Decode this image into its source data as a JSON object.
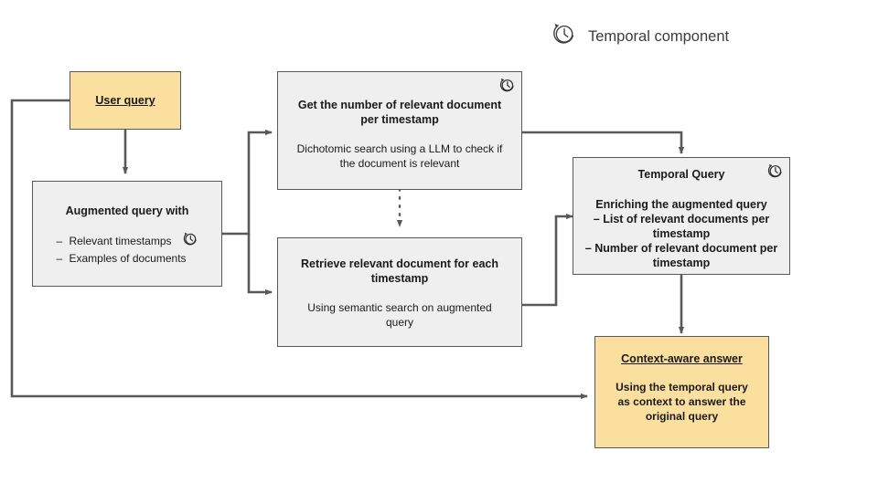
{
  "legend": {
    "icon": "temporal-clock-icon",
    "label": "Temporal component"
  },
  "colors": {
    "highlight_fill": "#FADF9F",
    "process_fill": "#EFEFEF",
    "stroke": "#59595B",
    "text": "#1A1A1A"
  },
  "nodes": {
    "user_query": {
      "title": "User query"
    },
    "augmented_query": {
      "title": "Augmented query with",
      "bullets": [
        "Relevant timestamps",
        "Examples of documents"
      ],
      "bullet_marker": "–",
      "clock_on_bullet_index": 0
    },
    "count_docs": {
      "title": "Get the number of relevant document per timestamp",
      "subtitle": "Dichotomic search using a LLM to check if the document is relevant",
      "has_clock": true
    },
    "retrieve_docs": {
      "title": "Retrieve relevant document for each timestamp",
      "subtitle": "Using semantic search on augmented query",
      "has_clock": false
    },
    "temporal_query": {
      "title": "Temporal Query",
      "has_clock": true,
      "body_heading": "Enriching the augmented query",
      "bullets": [
        "List of relevant documents per timestamp",
        "Number of relevant document per timestamp"
      ],
      "bullet_marker": "–"
    },
    "context_answer": {
      "title": "Context-aware answer",
      "subtitle": "Using the temporal query as context to answer the original query"
    }
  }
}
